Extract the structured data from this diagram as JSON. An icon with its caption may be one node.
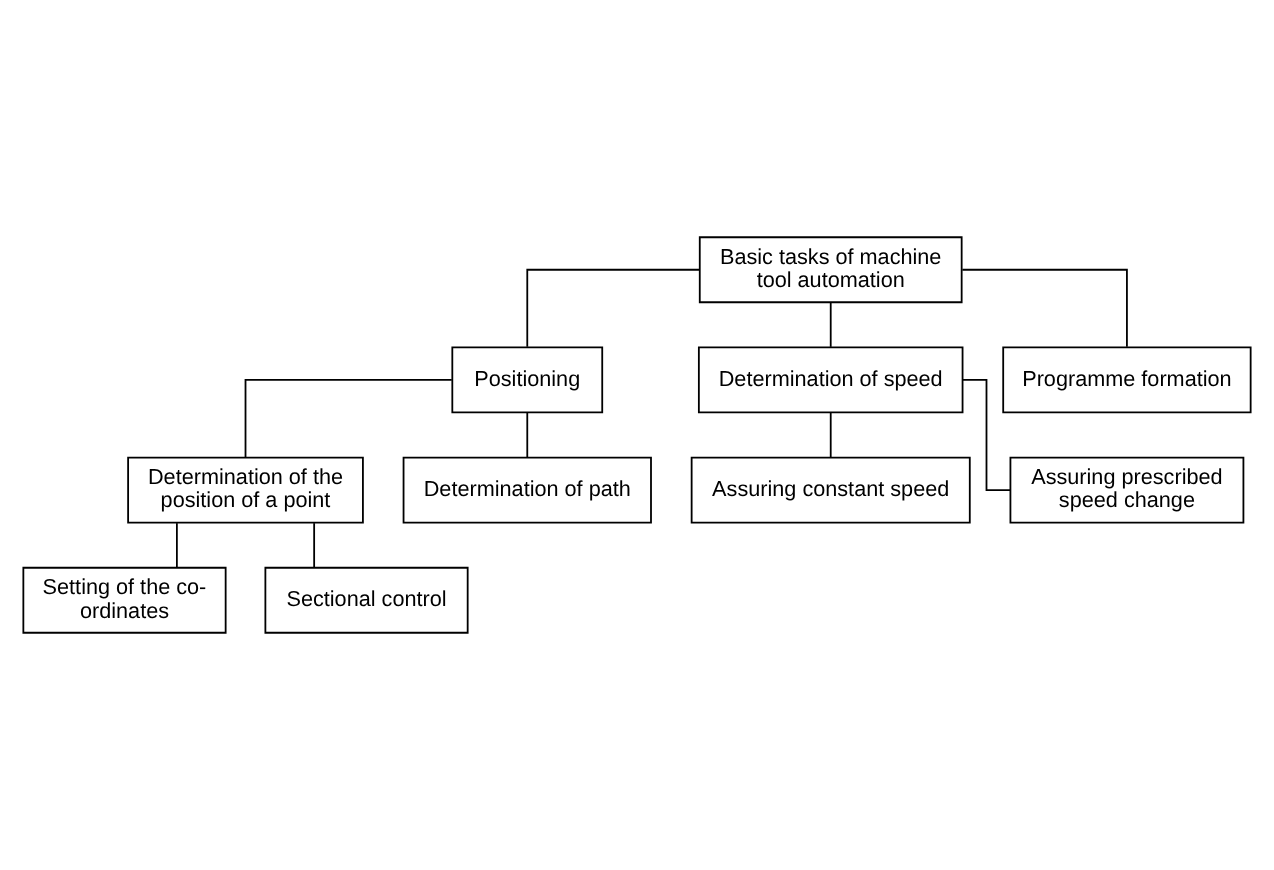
{
  "diagram": {
    "nodes": [
      {
        "text": [
          "Basic tasks of machine tool automation"
        ]
      },
      {
        "text": [
          "Positioning"
        ]
      },
      {
        "text": [
          "Determination of speed"
        ]
      },
      {
        "text": [
          "Programme formation"
        ]
      },
      {
        "text": [
          "Determination of the position of a point"
        ]
      },
      {
        "text": [
          "Setting of the co-ordinates"
        ]
      },
      {
        "text": [
          "Sectional control"
        ]
      },
      {
        "text": [
          "Determination of path"
        ]
      },
      {
        "text": [
          "Assuring constant speed"
        ]
      },
      {
        "text": [
          "Assuring prescribed speed change"
        ]
      }
    ],
    "edges": [
      {
        "from": 0,
        "to": 1,
        "arrow": "none"
      },
      {
        "from": 0,
        "to": 2,
        "arrow": "none"
      },
      {
        "from": 0,
        "to": 3,
        "arrow": "none"
      },
      {
        "from": 1,
        "to": 4,
        "arrow": "none"
      },
      {
        "from": 4,
        "to": 5,
        "arrow": "none"
      },
      {
        "from": 4,
        "to": 6,
        "arrow": "none"
      },
      {
        "from": 1,
        "to": 7,
        "arrow": "none"
      },
      {
        "from": 2,
        "to": 8,
        "arrow": "none"
      },
      {
        "from": 2,
        "to": 9,
        "arrow": "none"
      }
    ]
  }
}
